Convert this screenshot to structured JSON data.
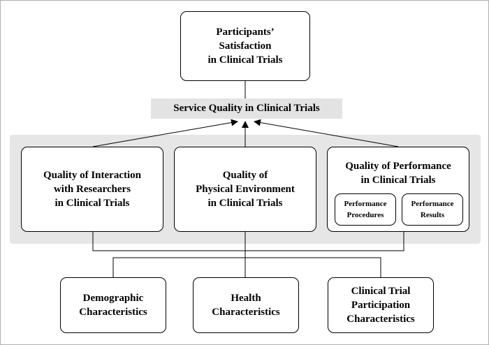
{
  "satisfaction": {
    "lines": [
      "Participants’",
      "Satisfaction",
      "in Clinical Trials"
    ]
  },
  "service_quality": {
    "label": "Service Quality in Clinical Trials"
  },
  "interaction": {
    "lines": [
      "Quality of Interaction",
      "with Researchers",
      "in Clinical Trials"
    ]
  },
  "physical": {
    "lines": [
      "Quality of",
      "Physical Environment",
      "in Clinical Trials"
    ]
  },
  "performance": {
    "lines": [
      "Quality of Performance",
      "in Clinical Trials"
    ],
    "procedures": [
      "Performance",
      "Procedures"
    ],
    "results": [
      "Performance",
      "Results"
    ]
  },
  "demographic": {
    "lines": [
      "Demographic",
      "Characteristics"
    ]
  },
  "health": {
    "lines": [
      "Health",
      "Characteristics"
    ]
  },
  "participation": {
    "lines": [
      "Clinical Trial",
      "Participation",
      "Characteristics"
    ]
  },
  "colors": {
    "band": "#e6e6e6",
    "label_bg": "#e3e3e3",
    "stroke": "#000000"
  }
}
